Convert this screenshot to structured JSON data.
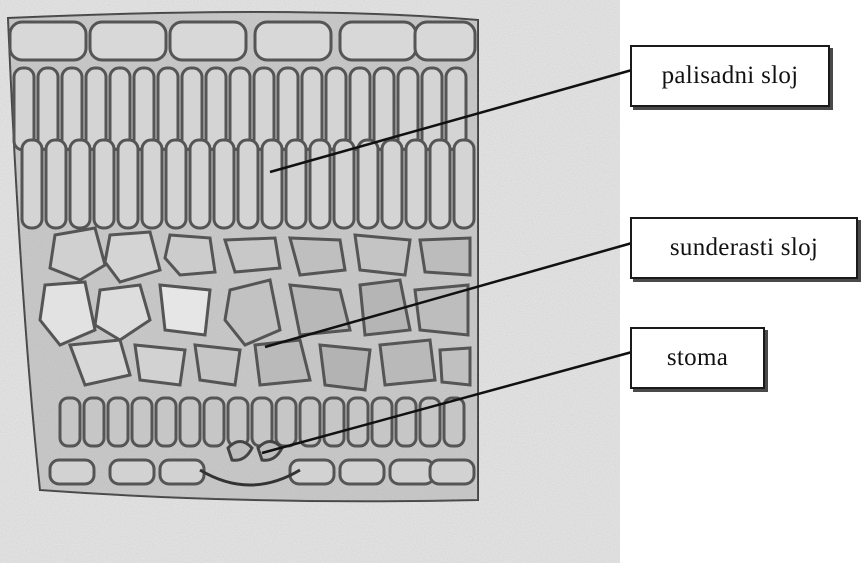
{
  "labels": {
    "palisade": "palisadni sloj",
    "spongy": "sunderasti  sloj",
    "stoma": "stoma"
  },
  "colors": {
    "background": "#ffffff",
    "tissue_fill": "#c9c9c9",
    "cell_outline": "#5a5a5a",
    "leader_line": "#111111"
  }
}
